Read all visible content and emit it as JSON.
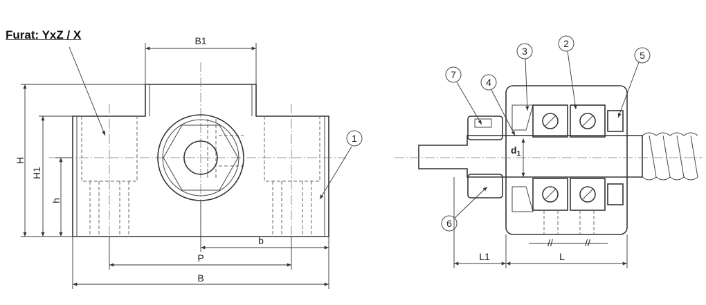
{
  "heading": "Furat: YxZ / X",
  "front_view": {
    "dimensions": {
      "b1": "B1",
      "h_total": "H",
      "h1": "H1",
      "h": "h",
      "b": "b",
      "p": "P",
      "b_total": "B"
    },
    "callout": "1"
  },
  "side_view": {
    "callouts": [
      "2",
      "3",
      "4",
      "5",
      "6",
      "7"
    ],
    "dimensions": {
      "d1": "d",
      "d1_sub": "1",
      "l1": "L1",
      "l": "L"
    },
    "spacing_marks": [
      "//",
      "//"
    ]
  }
}
